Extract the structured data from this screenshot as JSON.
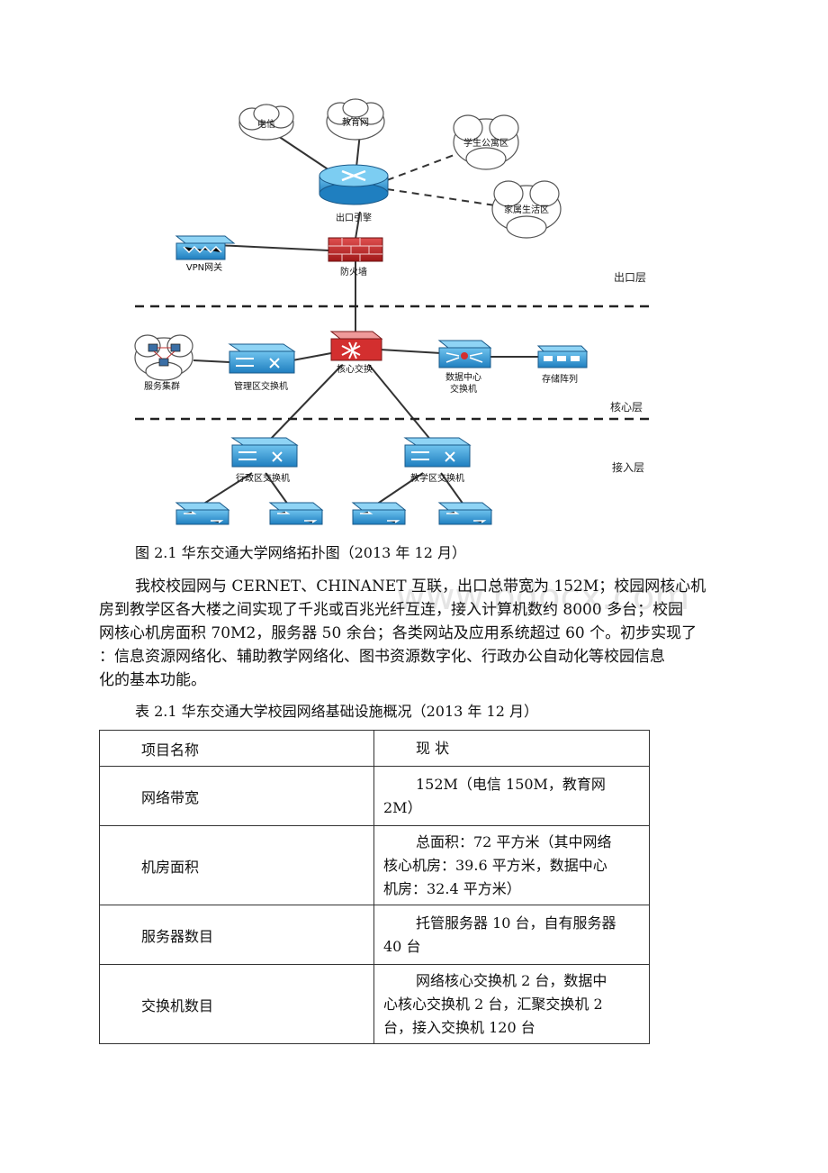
{
  "diagram": {
    "clouds": [
      "电信",
      "教育网",
      "学生公寓区",
      "家属生活区",
      "服务集群"
    ],
    "nodes": {
      "router": "出口引擎",
      "vpn": "VPN网关",
      "firewall": "防火墙",
      "core": "核心交换",
      "mgmt": "管理区交换机",
      "dc_line1": "数据中心",
      "dc_line2": "交换机",
      "storage": "存储阵列",
      "admin": "行政区交换机",
      "teach": "教学区交换机"
    },
    "layers": [
      "出口层",
      "核心层",
      "接入层"
    ]
  },
  "figure_caption": "图 2.1 华东交通大学网络拓扑图（2013 年 12 月）",
  "paragraph_lines": [
    "我校校园网与 CERNET、CHINANET 互联，出口总带宽为 152M；校园网核心机",
    "房到教学区各大楼之间实现了千兆或百兆光纤互连，接入计算机数约 8000 多台；校园",
    "网核心机房面积 70M2，服务器 50 余台；各类网站及应用系统超过 60 个。初步实现了",
    "：信息资源网络化、辅助教学网络化、图书资源数字化、行政办公自动化等校园信息",
    "化的基本功能。"
  ],
  "watermark": "www.bdocx.com",
  "table_caption": "表 2.1 华东交通大学校园网络基础设施概况（2013 年 12 月）",
  "table": {
    "headers": [
      "项目名称",
      "现 状"
    ],
    "rows": [
      {
        "name": "网络带宽",
        "lines": [
          "152M（电信 150M，教育网",
          "2M）"
        ]
      },
      {
        "name": "机房面积",
        "lines": [
          "总面积：72 平方米（其中网络",
          "核心机房：39.6 平方米，数据中心",
          "机房：32.4 平方米）"
        ]
      },
      {
        "name": "服务器数目",
        "lines": [
          "托管服务器 10 台，自有服务器",
          "40 台"
        ]
      },
      {
        "name": "交换机数目",
        "lines": [
          "网络核心交换机 2 台，数据中",
          "心核心交换机 2 台，汇聚交换机 2",
          "台，接入交换机 120 台"
        ]
      }
    ]
  }
}
